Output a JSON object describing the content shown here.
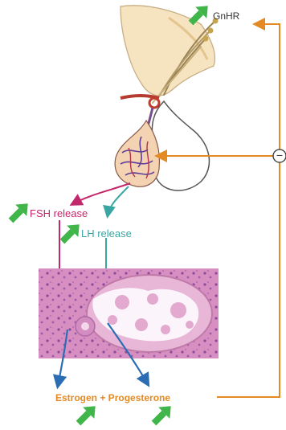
{
  "labels": {
    "gnrh": "GnHR",
    "fsh_release": "FSH release",
    "lh_release": "LH release",
    "estrogen_progesterone": "Estrogen + Progesterone",
    "negative_feedback": "−"
  },
  "colors": {
    "feedback": "#e38a24",
    "fsh": "#c2276b",
    "lh": "#3aa6a3",
    "ovary_to_hormone": "#2a6db3",
    "increase_arrow": "#3fb54a",
    "tissue": "#e2a6cf",
    "gland_outline": "#444444"
  },
  "icons": {
    "increase_arrow": "green-up-arrow-icon",
    "negative_feedback": "minus-circle-icon"
  }
}
